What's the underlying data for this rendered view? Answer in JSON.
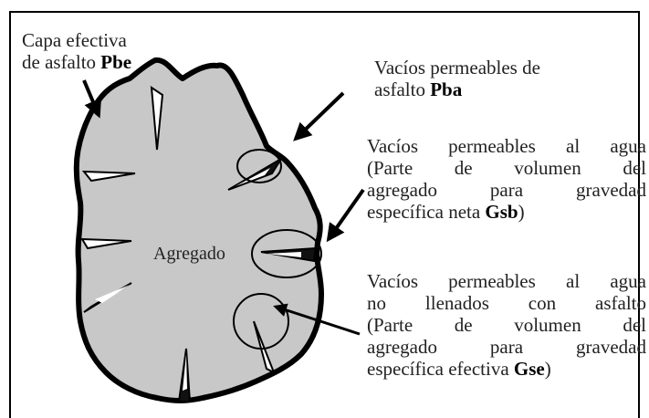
{
  "labels": {
    "pbe": {
      "line1": "Capa efectiva",
      "line2_prefix": "de asfalto ",
      "line2_bold": "Pbe"
    },
    "pba": {
      "line1": "Vacíos permeables de",
      "line2_prefix": "asfalto ",
      "line2_bold": "Pba"
    },
    "gsb": {
      "line1": "Vacíos permeables al agua",
      "line2": "(Parte de volumen del",
      "line3": "agregado para gravedad",
      "line4_prefix": "específica neta ",
      "line4_bold": "Gsb",
      "line4_suffix": ")"
    },
    "gse": {
      "line1": "Vacíos permeables al agua",
      "line2": "no llenados con asfalto",
      "line3": "(Parte de volumen del",
      "line4": "agregado para gravedad",
      "line5_prefix": "específica efectiva ",
      "line5_bold": "Gse",
      "line5_suffix": ")"
    },
    "aggregate": "Agregado"
  }
}
